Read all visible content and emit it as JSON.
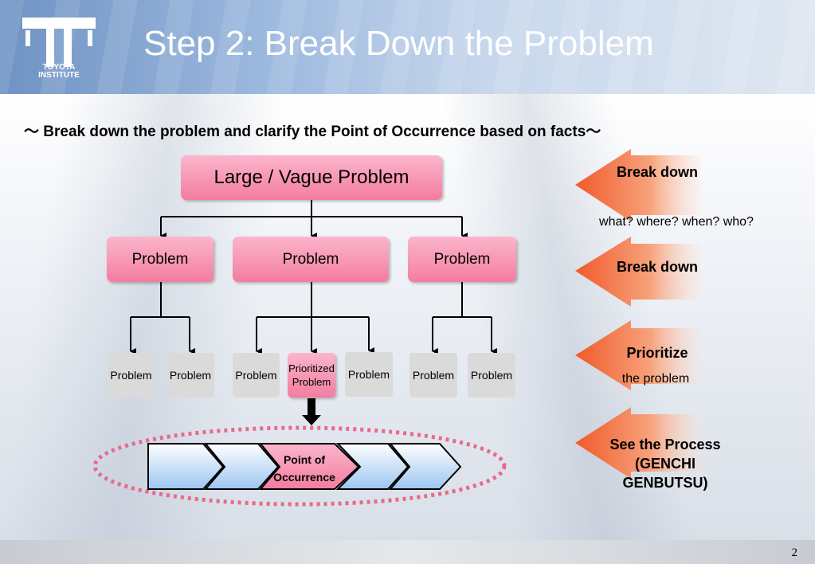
{
  "slide": {
    "title": "Step 2: Break Down the Problem",
    "logo_text_line1": "TOYOTA",
    "logo_text_line2": "INSTITUTE",
    "subtitle": "～ Break down the problem and clarify the Point of Occurrence based on facts～",
    "page_number": "2"
  },
  "tree": {
    "root": "Large / Vague Problem",
    "level1": [
      "Problem",
      "Problem",
      "Problem"
    ],
    "level2": [
      "Problem",
      "Problem",
      "Problem",
      "Prioritized Problem",
      "Problem",
      "Problem",
      "Problem"
    ],
    "process_highlight": "Point of Occurrence"
  },
  "side": {
    "step1_title": "Break down",
    "step1_note": "what? where? when? who?",
    "step2_title": "Break down",
    "step3_title": "Prioritize",
    "step3_note": "the problem",
    "step4_line1": "See the Process",
    "step4_line2": "(GENCHI",
    "step4_line3": "GENBUTSU)"
  },
  "colors": {
    "pink": "#f47ca0",
    "orange_arrow": "#f26b3a",
    "dashed_ellipse": "#e86a8a",
    "process_blue": "#a9cdf3"
  }
}
